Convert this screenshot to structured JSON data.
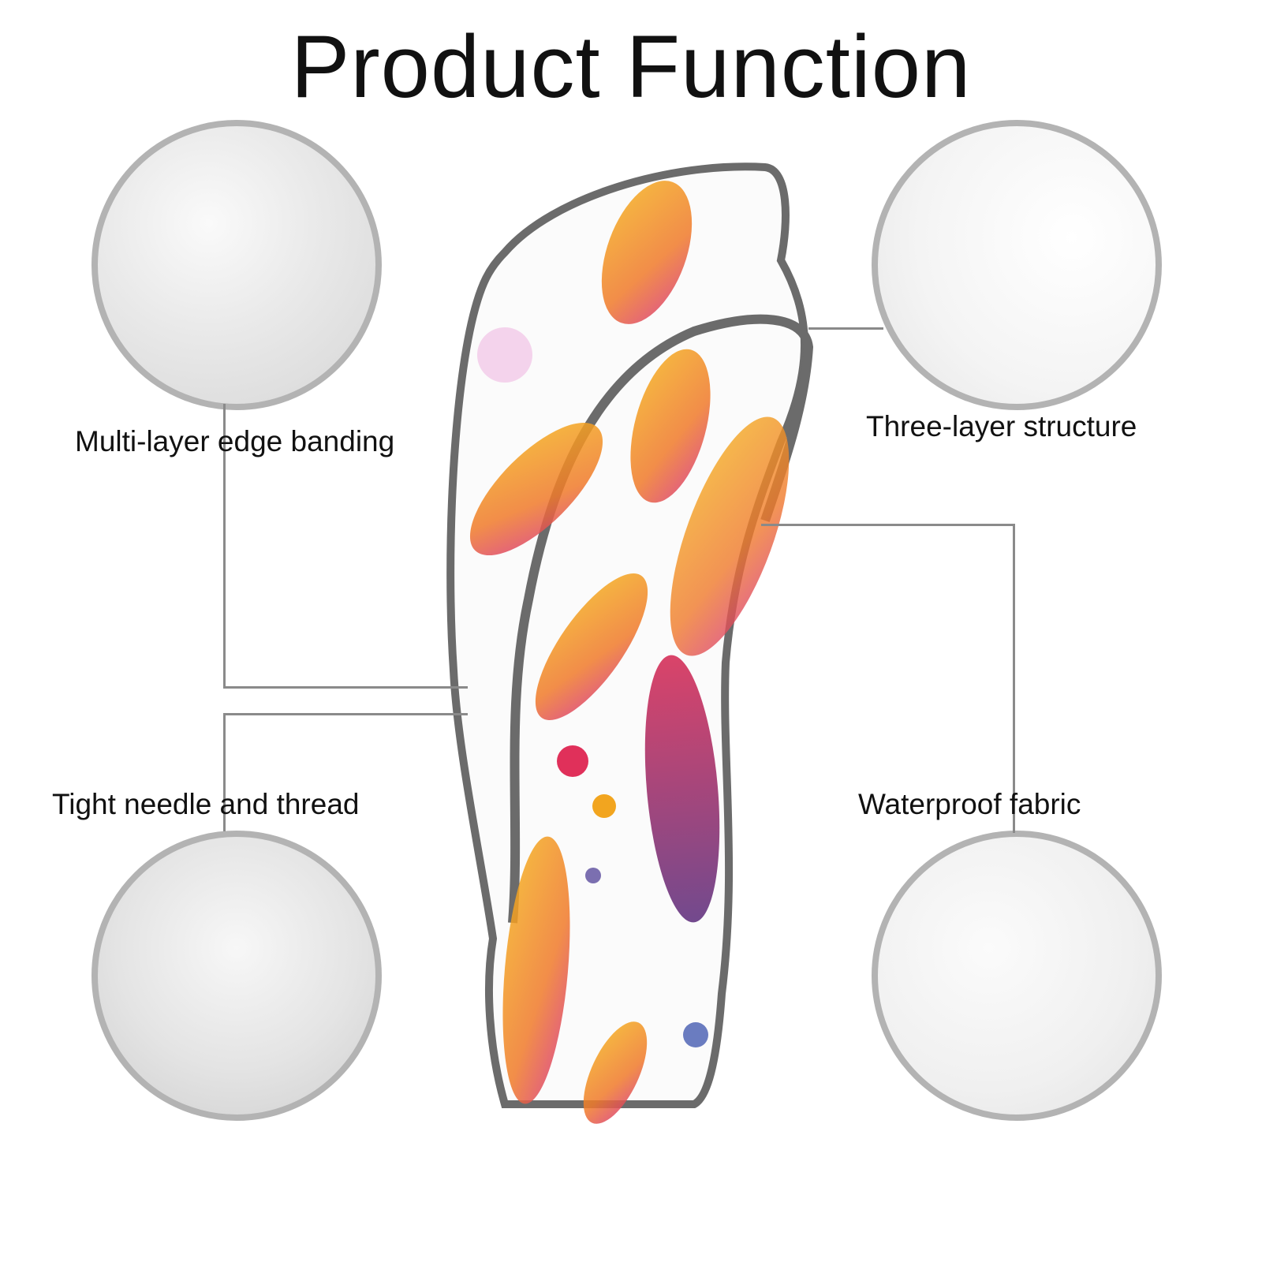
{
  "title": "Product Function",
  "features": [
    {
      "label": "Multi-layer edge banding"
    },
    {
      "label": "Three-layer structure"
    },
    {
      "label": "Tight needle and thread"
    },
    {
      "label": "Waterproof fabric"
    }
  ],
  "colors": {
    "border": "#b3b3b3",
    "trim": "#6b6b6b",
    "line": "#8a8a8a"
  }
}
